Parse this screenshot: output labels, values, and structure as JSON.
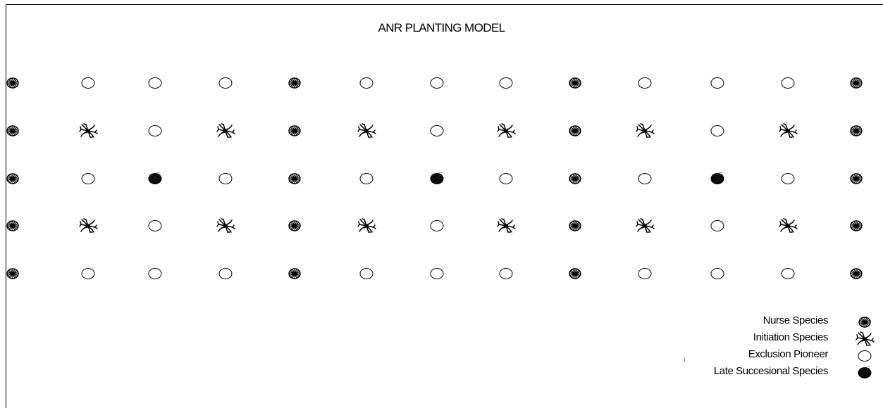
{
  "title": "ANR PLANTING MODEL",
  "icons": {
    "N": "nurse-species-icon",
    "I": "initiation-species-icon",
    "E": "exclusion-pioneer-icon",
    "L": "late-successional-species-icon"
  },
  "grid": [
    [
      "N",
      "E",
      "E",
      "E",
      "N",
      "E",
      "E",
      "E",
      "N",
      "E",
      "E",
      "E",
      "N"
    ],
    [
      "N",
      "I",
      "E",
      "I",
      "N",
      "I",
      "E",
      "I",
      "N",
      "I",
      "E",
      "I",
      "N"
    ],
    [
      "N",
      "E",
      "L",
      "E",
      "N",
      "E",
      "L",
      "E",
      "N",
      "E",
      "L",
      "E",
      "N"
    ],
    [
      "N",
      "I",
      "E",
      "I",
      "N",
      "I",
      "E",
      "I",
      "N",
      "I",
      "E",
      "I",
      "N"
    ],
    [
      "N",
      "E",
      "E",
      "E",
      "N",
      "E",
      "E",
      "E",
      "N",
      "E",
      "E",
      "E",
      "N"
    ]
  ],
  "legend": [
    {
      "key": "N",
      "label": "Nurse Species"
    },
    {
      "key": "I",
      "label": "Initiation Species"
    },
    {
      "key": "E",
      "label": "Exclusion Pioneer"
    },
    {
      "key": "L",
      "label": "Late Succesional Species"
    }
  ],
  "legend_stray_mark": "I"
}
